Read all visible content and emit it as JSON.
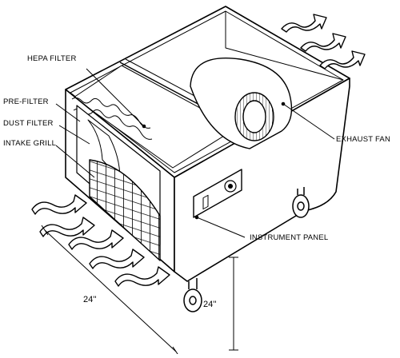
{
  "diagram": {
    "labels": {
      "hepa_filter": "HEPA FILTER",
      "pre_filter": "PRE-FILTER",
      "dust_filter": "DUST FILTER",
      "intake_grill": "INTAKE GRILL",
      "exhaust_fan": "EXHAUST FAN",
      "instrument_panel": "INSTRUMENT PANEL"
    },
    "dimensions": {
      "width": "24''",
      "height": "24''"
    }
  }
}
